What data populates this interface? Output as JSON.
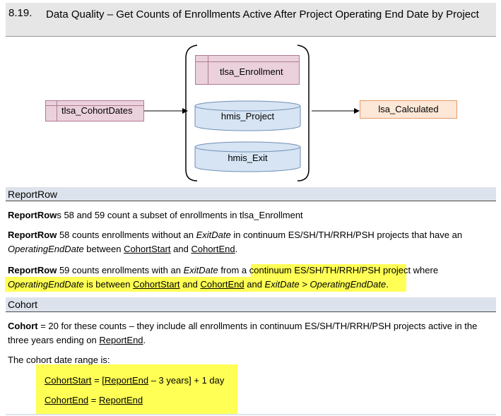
{
  "header": {
    "number": "8.19.",
    "title": "Data Quality – Get Counts of Enrollments Active After Project Operating End Date by Project"
  },
  "diagram": {
    "cohort_dates": "tlsa_CohortDates",
    "enrollment": "tlsa_Enrollment",
    "project": "hmis_Project",
    "exit": "hmis_Exit",
    "calculated": "lsa_Calculated"
  },
  "report_row": {
    "heading": "ReportRow",
    "p1": {
      "b": "ReportRow",
      "rest": "s 58 and 59 count a subset of enrollments in tlsa_Enrollment"
    },
    "p2": {
      "b": "ReportRow",
      "t1": " 58 counts enrollments without an ",
      "i1": "ExitDate",
      "t2": " in continuum ES/SH/TH/RRH/PSH projects that have an ",
      "i2": "OperatingEndDate",
      "t3": " between ",
      "u1": "CohortStart",
      "t4": " and ",
      "u2": "CohortEnd",
      "t5": "."
    },
    "p3": {
      "b": "ReportRow",
      "t1": " 59 counts enrollments with an ",
      "i1": "ExitDate",
      "t2": " from a continuum ES/SH/TH/RRH/PSH project where",
      "i2": "OperatingEndDate",
      "t3": " is between ",
      "u1": "CohortStart",
      "t4": " and ",
      "u2": "CohortEnd",
      "t5": " and ",
      "i3": "ExitDate > OperatingEndDate",
      "t6": "."
    }
  },
  "cohort": {
    "heading": "Cohort",
    "p1": {
      "b": "Cohort",
      "t1": " = 20 for these counts – they include all enrollments in continuum ES/SH/TH/RRH/PSH projects active in the three years ending on ",
      "u1": "ReportEnd",
      "t2": "."
    },
    "p2": "The cohort date range is:",
    "line1": {
      "u1": "CohortStart",
      "t1": " = [",
      "u2": "ReportEnd",
      "t2": " – 3 years] + 1 day"
    },
    "line2": {
      "u1": "CohortEnd",
      "t1": " = ",
      "u2": "ReportEnd"
    }
  }
}
